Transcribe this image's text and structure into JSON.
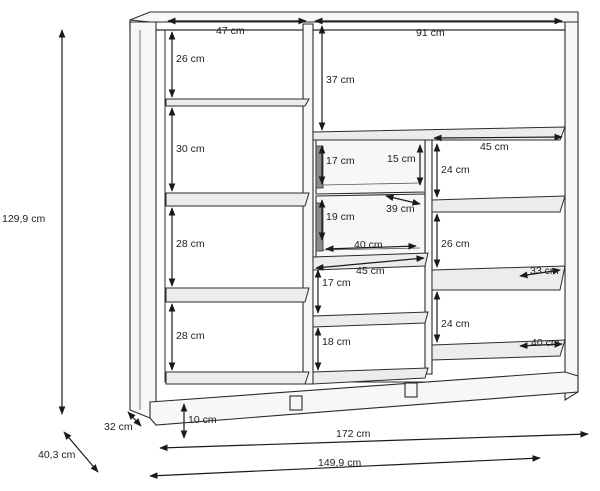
{
  "labels": {
    "overall_height": "129,9 cm",
    "depth_total": "40,3 cm",
    "depth_plinth": "32 cm",
    "width_total": "172 cm",
    "width_plinth": "149,9 cm",
    "plinth_height": "10 cm",
    "left_width": "47 cm",
    "left_h1": "26 cm",
    "left_h2": "30 cm",
    "left_h3": "28 cm",
    "left_h4": "28 cm",
    "top_width": "91 cm",
    "top_height": "37 cm",
    "mid_h1": "17 cm",
    "mid_h2": "19 cm",
    "mid_h3": "17 cm",
    "mid_h4": "18 cm",
    "drawer_depth": "15 cm",
    "drawer_width": "39 cm",
    "drawer_inner": "40 cm",
    "mid_shelf_width": "45 cm",
    "right_shelf_width": "45 cm",
    "right_h1": "24 cm",
    "right_h2": "26 cm",
    "right_h3": "24 cm",
    "right_shelf_depth": "33 cm",
    "right_base_width": "40 cm"
  }
}
